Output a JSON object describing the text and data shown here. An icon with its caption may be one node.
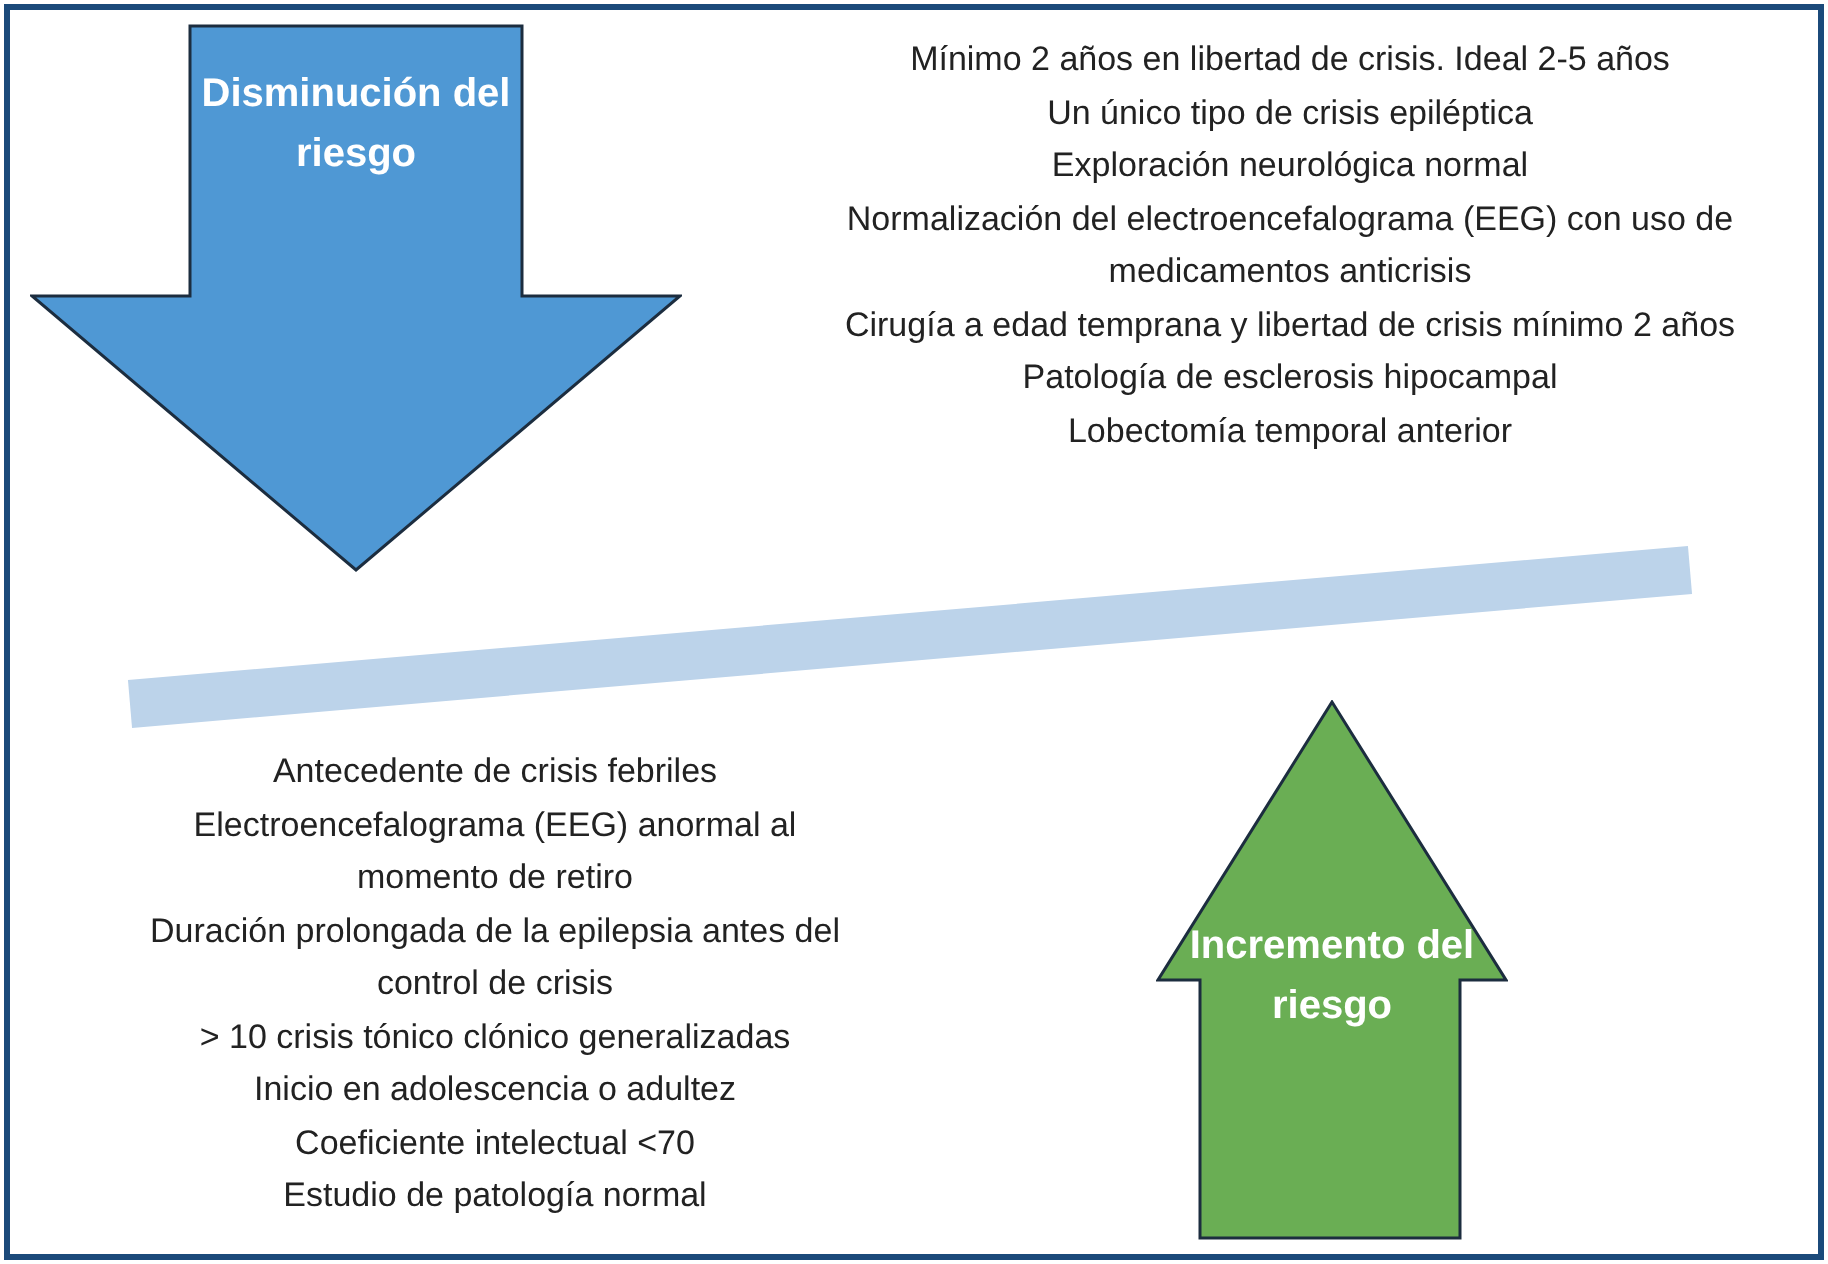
{
  "diagram": {
    "nodes": [
      {
        "text": [
          "Disminución del riesgo"
        ]
      },
      {
        "text": [
          "Incremento del riesgo"
        ]
      }
    ],
    "labels": [
      "Mínimo 2 años en libertad de crisis. Ideal 2-5 años",
      "Un único tipo de crisis epiléptica",
      "Exploración neurológica normal",
      "Normalización del electroencefalograma (EEG) con uso de medicamentos anticrisis",
      "Cirugía a edad temprana y libertad de crisis mínimo 2 años",
      "Patología de esclerosis hipocampal",
      "Lobectomía temporal anterior",
      "Antecedente de crisis febriles",
      "Electroencefalograma (EEG) anormal al momento de retiro",
      "Duración prolongada de la epilepsia antes del control de crisis",
      "> 10 crisis tónico clónico generalizadas",
      "Inicio en adolescencia o adultez",
      "Coeficiente intelectual <70",
      "Estudio de patología normal"
    ]
  }
}
